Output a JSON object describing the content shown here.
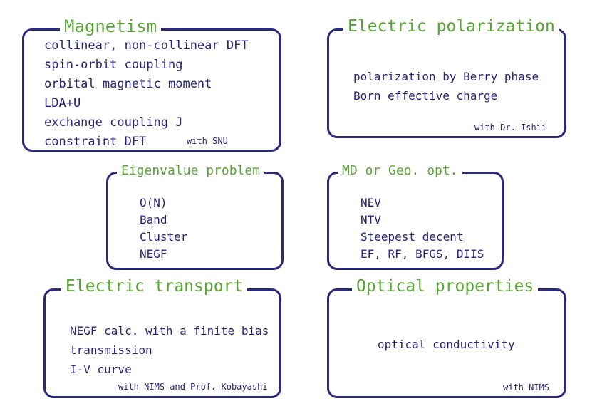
{
  "boxes": {
    "magnetism": {
      "title": "Magnetism",
      "items": [
        "collinear, non-collinear DFT",
        "spin-orbit coupling",
        "orbital magnetic moment",
        "LDA+U",
        "exchange coupling J",
        "constraint DFT"
      ],
      "note": "with SNU"
    },
    "polarization": {
      "title": "Electric polarization",
      "items": [
        "polarization by Berry phase",
        "Born effective charge"
      ],
      "note": "with Dr. Ishii"
    },
    "eigenvalue": {
      "title": "Eigenvalue problem",
      "items": [
        "O(N)",
        "Band",
        "Cluster",
        "NEGF"
      ]
    },
    "md": {
      "title": "MD or Geo. opt.",
      "items": [
        "NEV",
        "NTV",
        "Steepest decent",
        "EF, RF, BFGS, DIIS"
      ]
    },
    "transport": {
      "title": "Electric transport",
      "items": [
        "NEGF calc. with a finite bias",
        "transmission",
        "I-V curve"
      ],
      "note": "with NIMS and Prof. Kobayashi"
    },
    "optical": {
      "title": "Optical properties",
      "items": [
        "optical conductivity"
      ],
      "note": "with NIMS"
    }
  },
  "colors": {
    "border": "#2b2a7a",
    "title": "#5aa537",
    "text": "#26247a"
  }
}
